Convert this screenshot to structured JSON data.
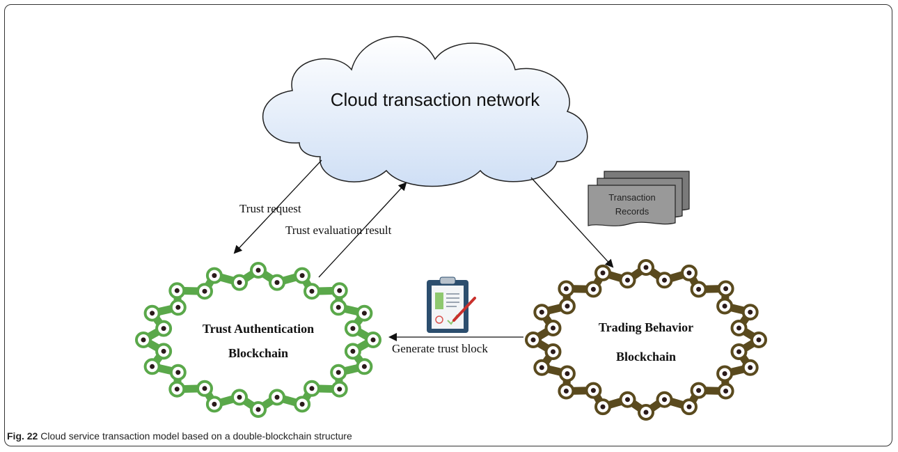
{
  "diagram": {
    "cloud_label": "Cloud transaction network",
    "records": {
      "line1": "Transaction",
      "line2": "Records"
    },
    "arrows": {
      "trust_request": "Trust request",
      "trust_evaluation": "Trust evaluation result",
      "generate_block": "Generate trust block"
    },
    "left_chain": {
      "line1": "Trust Authentication",
      "line2": "Blockchain",
      "color": "#5aa84a"
    },
    "right_chain": {
      "line1": "Trading Behavior",
      "line2": "Blockchain",
      "color": "#5a4a1e"
    }
  },
  "caption": {
    "number": "Fig. 22",
    "text": "Cloud service transaction model based on a double-blockchain structure"
  }
}
